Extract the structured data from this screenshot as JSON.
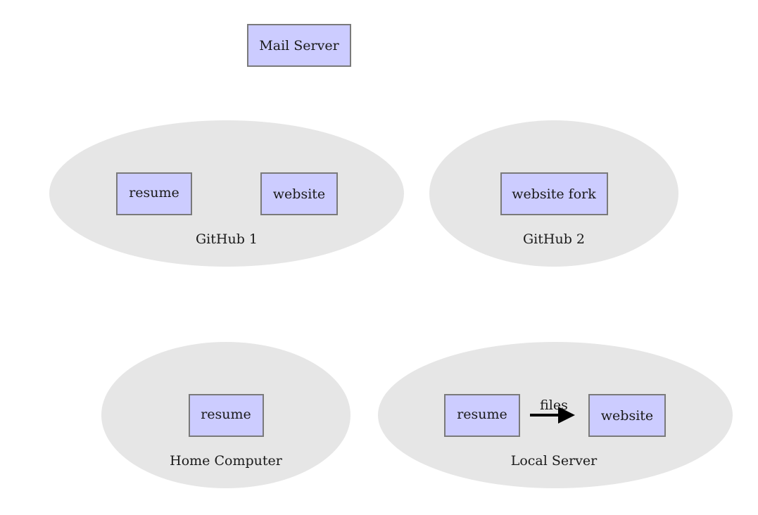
{
  "colors": {
    "group_fill": "#e6e6e6",
    "node_fill": "#ccccff",
    "node_stroke": "#7a7a7a",
    "edge": "#000000"
  },
  "nodes": {
    "mail_server": "Mail Server",
    "github1_resume": "resume",
    "github1_website": "website",
    "github2_website_fork": "website fork",
    "home_resume": "resume",
    "local_resume": "resume",
    "local_website": "website"
  },
  "groups": {
    "github1": "GitHub 1",
    "github2": "GitHub 2",
    "home_computer": "Home Computer",
    "local_server": "Local Server"
  },
  "edges": [
    {
      "from": "local_resume",
      "to": "local_website",
      "label": "files"
    }
  ]
}
